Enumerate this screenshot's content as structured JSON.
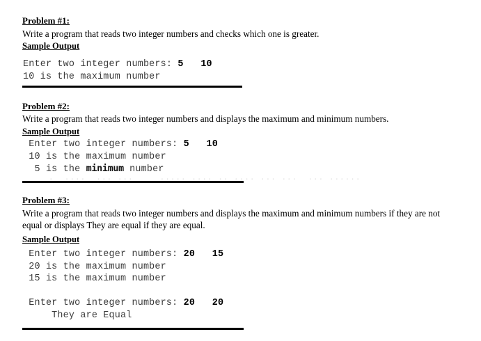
{
  "document": {
    "type": "worksheet",
    "background_color": "#ffffff",
    "text_color": "#000000",
    "console_text_color": "#3a3a3a"
  },
  "problems": [
    {
      "heading": "Problem #1:",
      "description": "Write a program that reads two integer numbers and checks which one is greater.",
      "sample_label": "Sample Output",
      "console_lines": [
        {
          "prompt": "Enter two integer numbers: ",
          "inputs": "5   10"
        },
        {
          "text": "10 is the maximum number"
        }
      ],
      "has_rule": true
    },
    {
      "heading": "Problem #2:",
      "description": "Write a program that reads two integer numbers and displays the maximum and minimum numbers.",
      "sample_label": "Sample Output",
      "console_lines": [
        {
          "prompt": " Enter two integer numbers: ",
          "inputs": "5   10"
        },
        {
          "text": " 10 is the maximum number"
        },
        {
          "text_before": "  5 is the ",
          "emphasis": "minimum",
          "text_after": " number"
        }
      ],
      "has_rule": true
    },
    {
      "heading": "Problem #3:",
      "description": "Write a program that reads two integer numbers and displays the maximum and minimum numbers if they are not equal or displays They are equal if they are equal.",
      "sample_label": "Sample Output",
      "console_lines": [
        {
          "prompt": " Enter two integer numbers: ",
          "inputs": "20   15"
        },
        {
          "text": " 20 is the maximum number"
        },
        {
          "text": " 15 is the maximum number"
        },
        {
          "text": ""
        },
        {
          "prompt": " Enter two integer numbers: ",
          "inputs": "20   20"
        },
        {
          "text": "     They are Equal"
        }
      ],
      "has_rule": true
    }
  ]
}
